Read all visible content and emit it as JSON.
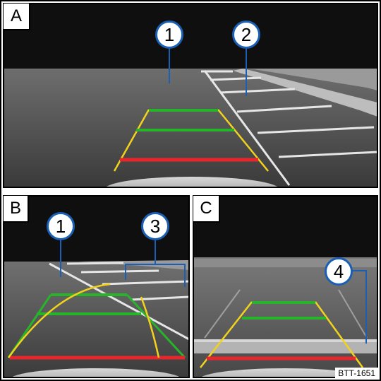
{
  "panels": {
    "a": {
      "letter": "A"
    },
    "b": {
      "letter": "B"
    },
    "c": {
      "letter": "C"
    }
  },
  "callouts": {
    "a1": "1",
    "a2": "2",
    "b1": "1",
    "b3": "3",
    "c4": "4"
  },
  "reference_code": "BTT-1651",
  "colors": {
    "guide_red": "#e8262b",
    "guide_green": "#28b42a",
    "guide_yellow": "#f2d31c",
    "callout_blue": "#1b5fb4"
  }
}
